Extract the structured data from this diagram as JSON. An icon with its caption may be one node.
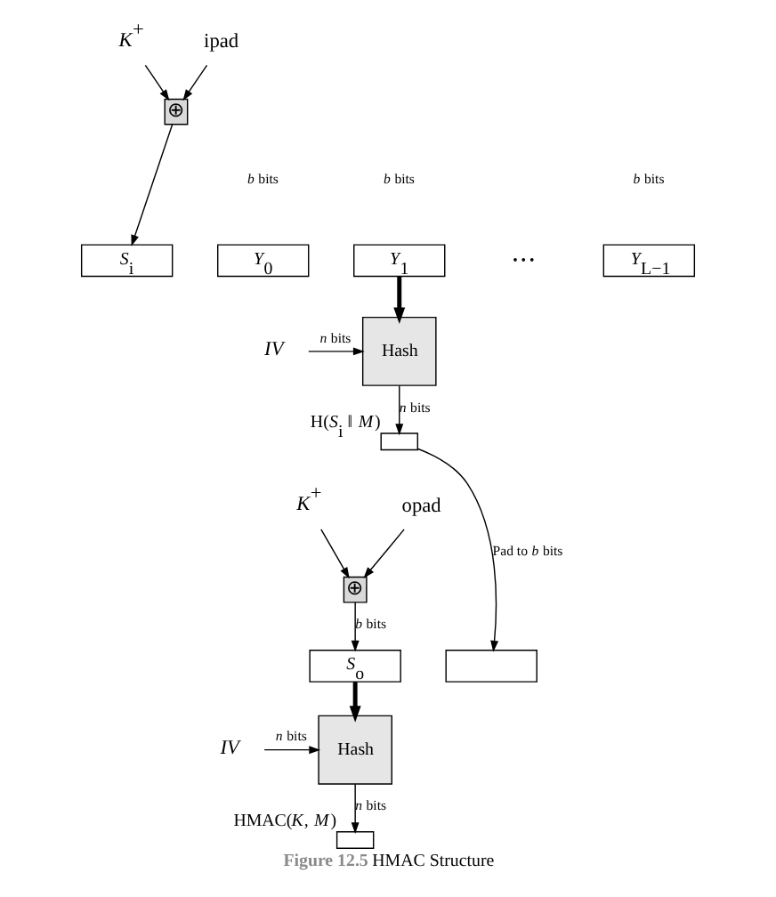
{
  "diagram": {
    "caption": "**Figure 12.5** HMAC Structure",
    "nodes": [
      {
        "text": [
          "*K*$^{+}$"
        ]
      },
      {
        "text": [
          "ipad"
        ]
      },
      {
        "text": [
          "⊕"
        ]
      },
      {
        "text": [
          "*S*$_{i}$"
        ]
      },
      {
        "text": [
          "*Y*$_{0}$"
        ]
      },
      {
        "text": [
          "*Y*$_{1}$"
        ]
      },
      {
        "text": [
          "*Y*$_{L−1}$"
        ]
      },
      {
        "text": [
          "Hash"
        ]
      },
      {
        "text": [
          "*IV*"
        ]
      },
      {
        "text": [],
        "shape": "box",
        "beside": [
          "H(*S*$_{i}$ ‖ *M*)"
        ]
      },
      {
        "text": [
          "*K*$^{+}$"
        ]
      },
      {
        "text": [
          "opad"
        ]
      },
      {
        "text": [
          "⊕"
        ]
      },
      {
        "text": [
          "*S*$_{o}$"
        ]
      },
      {
        "text": [],
        "shape": "box"
      },
      {
        "text": [
          "Hash"
        ]
      },
      {
        "text": [
          "*IV*"
        ]
      },
      {
        "text": [],
        "shape": "box",
        "beside": [
          "HMAC(*K*, *M*)"
        ]
      }
    ],
    "edges": [
      {
        "from": 0,
        "to": 2,
        "arrow": "to"
      },
      {
        "from": 1,
        "to": 2,
        "arrow": "to"
      },
      {
        "from": 2,
        "to": 3,
        "arrow": "to"
      },
      {
        "from": 5,
        "to": 7,
        "arrow": "to",
        "style": "thick"
      },
      {
        "from": 8,
        "to": 7,
        "arrow": "to",
        "label": "*n* bits"
      },
      {
        "from": 7,
        "to": 9,
        "arrow": "to",
        "label": "*n* bits"
      },
      {
        "from": 9,
        "to": 14,
        "arrow": "to",
        "label": "Pad to *b* bits"
      },
      {
        "from": 10,
        "to": 12,
        "arrow": "to"
      },
      {
        "from": 11,
        "to": 12,
        "arrow": "to"
      },
      {
        "from": 12,
        "to": 13,
        "arrow": "to",
        "label": "*b* bits"
      },
      {
        "from": 13,
        "to": 15,
        "arrow": "to",
        "style": "thick"
      },
      {
        "from": 16,
        "to": 15,
        "arrow": "to",
        "label": "*n* bits"
      },
      {
        "from": 15,
        "to": 17,
        "arrow": "to",
        "label": "*n* bits"
      }
    ],
    "labels": [
      "*b* bits",
      "*b* bits",
      "*b* bits",
      "• • •"
    ]
  }
}
